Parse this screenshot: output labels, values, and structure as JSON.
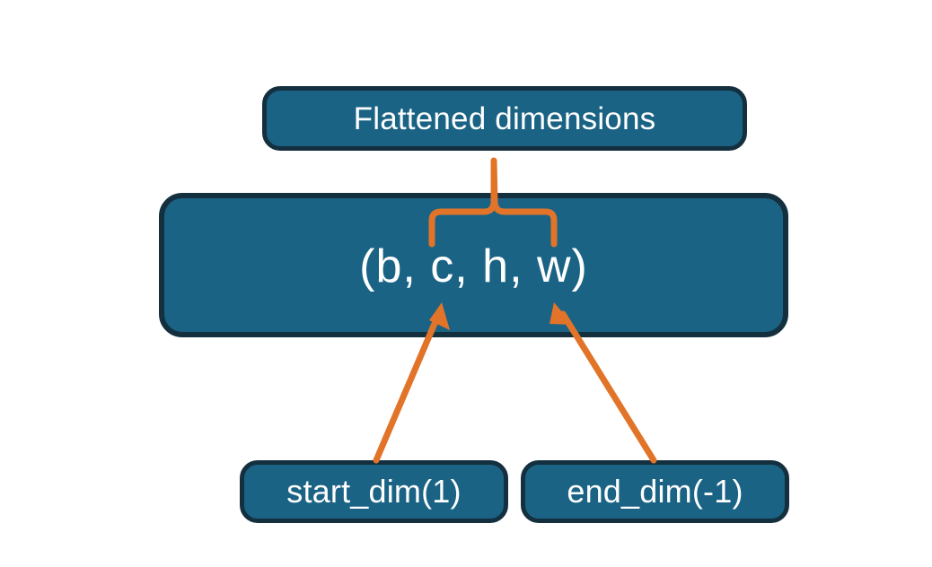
{
  "diagram": {
    "title_node": {
      "label": "Flattened dimensions"
    },
    "shape_node": {
      "label": "(b, c, h, w)"
    },
    "start_node": {
      "label": "start_dim(1)"
    },
    "end_node": {
      "label": "end_dim(-1)"
    },
    "connectors": {
      "brace": {
        "name": "curly-brace-up",
        "from": "shape_node",
        "to": "title_node",
        "spans": "c, h"
      },
      "arrow_start": {
        "name": "arrow-up-right",
        "from": "start_node",
        "to": "shape_node",
        "points_at": "c"
      },
      "arrow_end": {
        "name": "arrow-up-left",
        "from": "end_node",
        "to": "shape_node",
        "points_at": "w"
      }
    },
    "colors": {
      "node_fill": "#1a6385",
      "node_border": "#14303f",
      "node_text": "#ffffff",
      "connector": "#e2742a",
      "background": "#ffffff"
    }
  }
}
